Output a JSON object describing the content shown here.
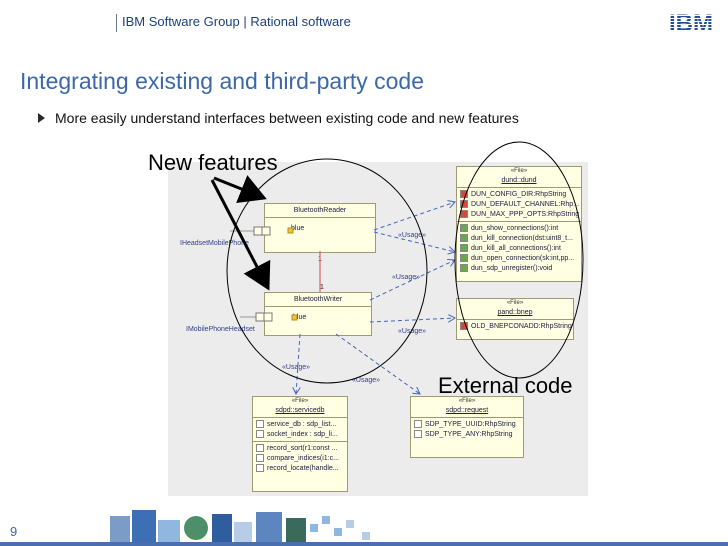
{
  "header": {
    "group_label": "IBM Software Group | Rational software",
    "logo_text": "IBM"
  },
  "slide": {
    "title": "Integrating existing and third-party code",
    "bullet": "More easily understand interfaces between existing code and new features",
    "page_number": "9"
  },
  "callouts": {
    "new_features": "New features",
    "external_code": "External code"
  },
  "diagram": {
    "ports": {
      "headset_mobile_phone": "IHeadsetMobilePhone",
      "mobile_phone_headset": "IMobilePhoneHeadset"
    },
    "classes": {
      "bluetooth_reader": {
        "name": "BluetoothReader",
        "port": "blue"
      },
      "bluetooth_writer": {
        "name": "BluetoothWriter",
        "port": "blue"
      }
    },
    "multiplicity": {
      "top": "1",
      "bottom": "1"
    },
    "usage_labels": [
      "«Usage»",
      "«Usage»",
      "«Usage»",
      "«Usage»",
      "«Usage»"
    ],
    "files": {
      "dund": {
        "stereotype": "«File»",
        "name": "dund::dund",
        "attributes": [
          "DUN_CONFIG_DIR:RhpString",
          "DUN_DEFAULT_CHANNEL:Rhp...",
          "DUN_MAX_PPP_OPTS:RhpString"
        ],
        "operations": [
          "dun_show_connections():int",
          "dun_kill_connection(dst:uint8_t...",
          "dun_kill_all_connections():int",
          "dun_open_connection(sk:int,pp...",
          "dun_sdp_unregister():void"
        ]
      },
      "pand": {
        "stereotype": "«File»",
        "name": "pand::bnep",
        "attributes": [
          "OLD_BNEPCONADD:RhpString"
        ]
      },
      "sdpd_service": {
        "stereotype": "«File»",
        "name": "sdpd::servicedb",
        "attributes": [
          "service_db : sdp_list...",
          "socket_index : sdp_li..."
        ],
        "operations": [
          "record_sort(r1:const ...",
          "compare_indices(i1:c...",
          "record_locate(handle..."
        ]
      },
      "sdpd_request": {
        "stereotype": "«File»",
        "name": "sdpd::request",
        "attributes": [
          "SDP_TYPE_UUID:RhpString",
          "SDP_TYPE_ANY:RhpString"
        ]
      }
    }
  },
  "colors": {
    "title": "#3b68a8",
    "header_text": "#1c3f7c",
    "diagram_bg": "#ececec",
    "box_fill": "#ffffe4",
    "dependency": "#4466bb",
    "link": "#d24a4a"
  },
  "icons": [
    "ibm-logo-icon",
    "bullet-arrow-icon",
    "attribute-icon",
    "operation-icon",
    "file-icon"
  ]
}
